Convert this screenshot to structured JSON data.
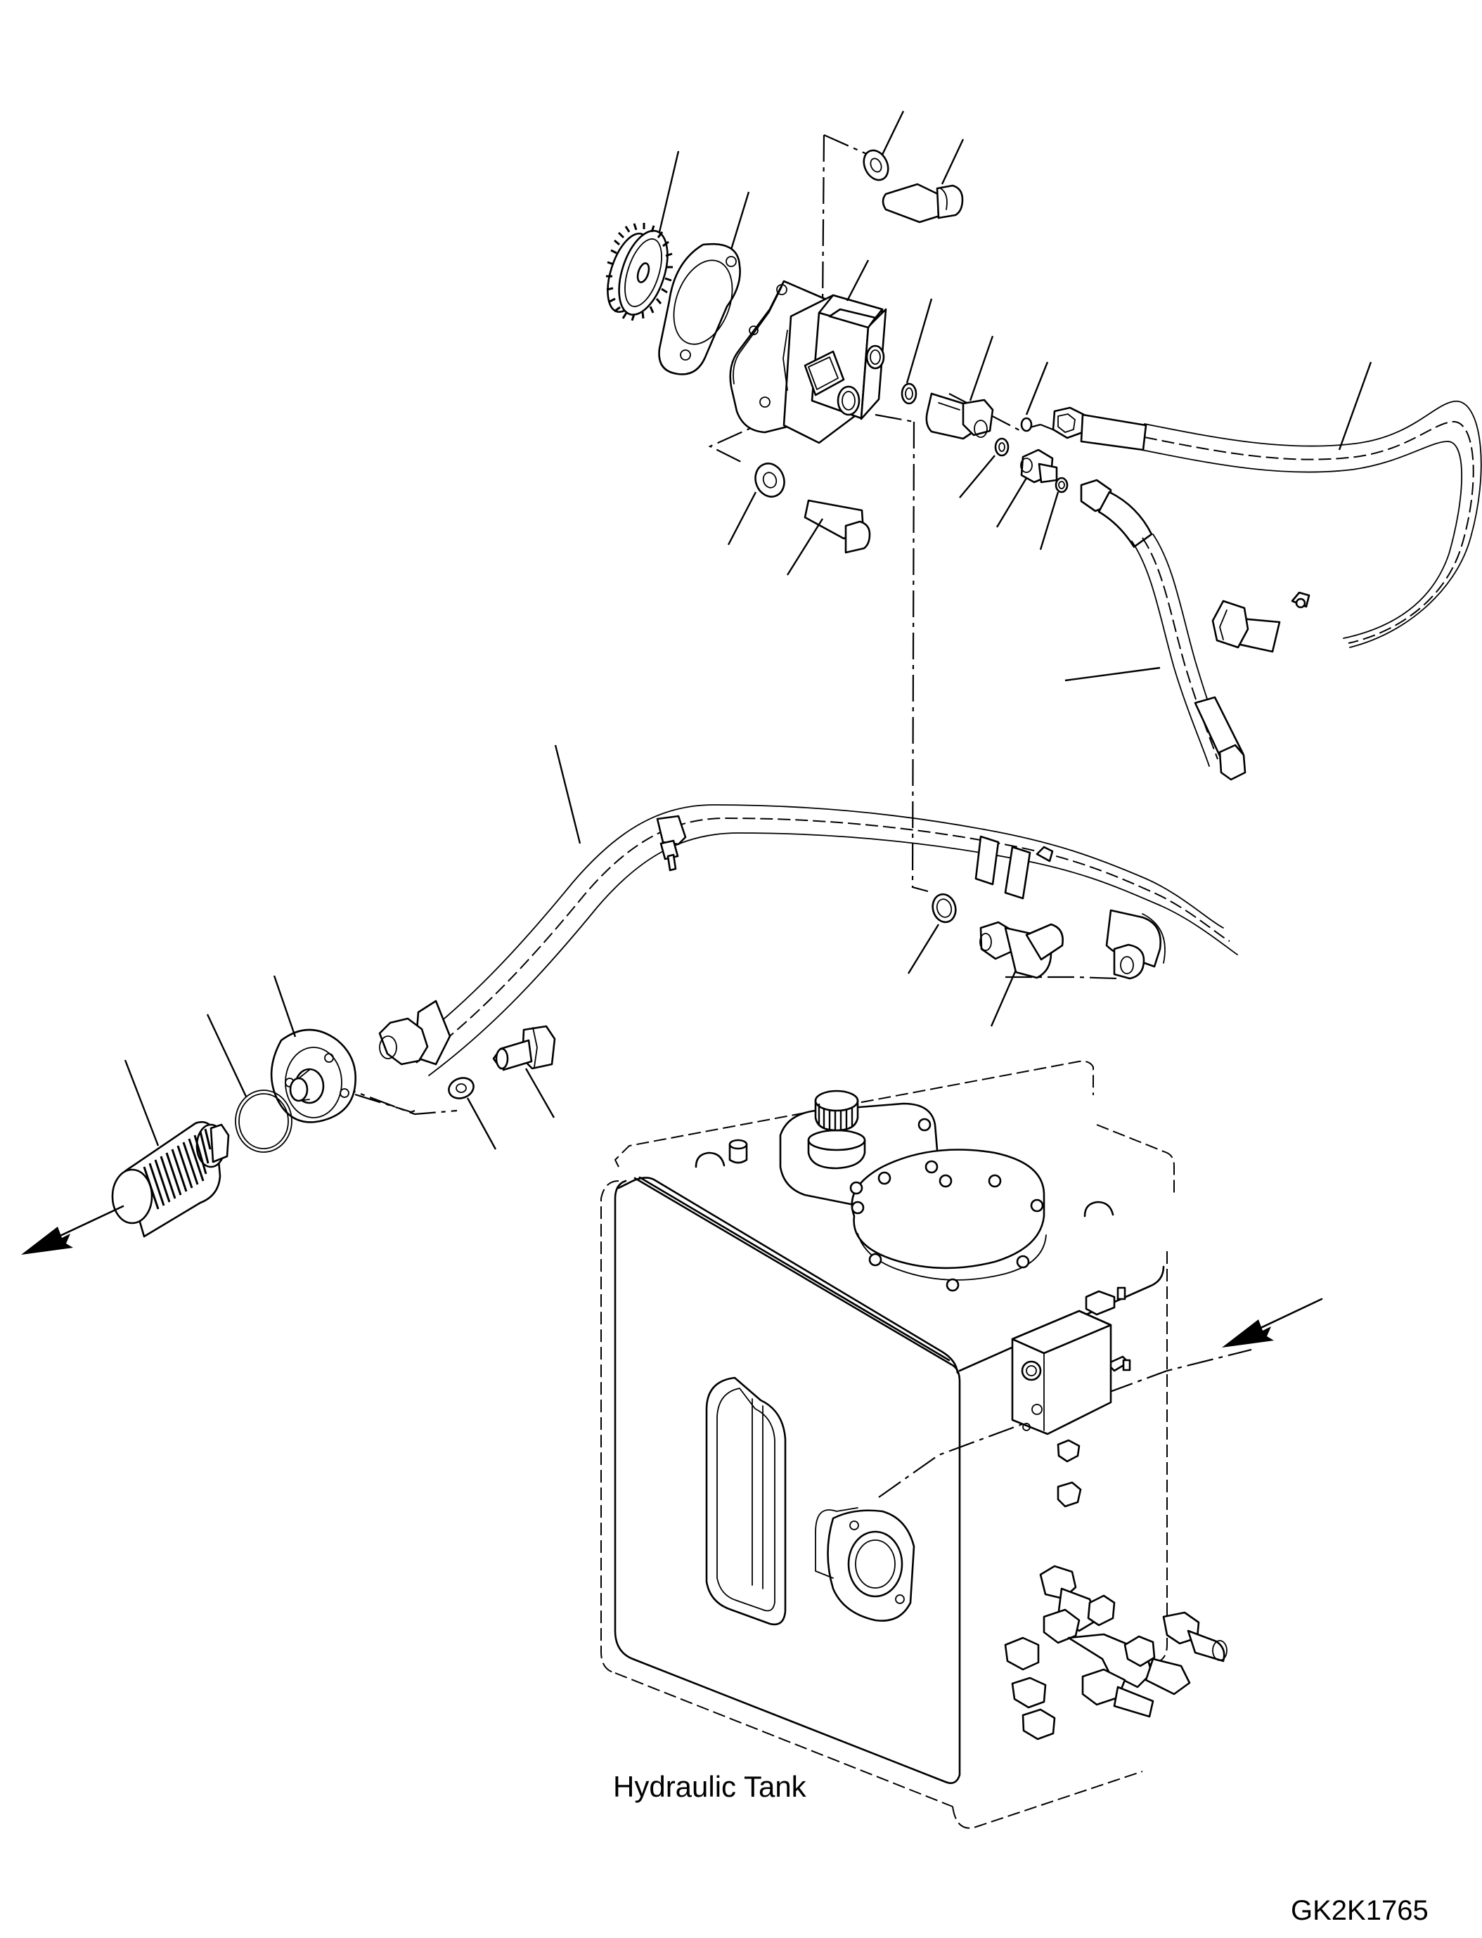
{
  "diagram": {
    "tank_label": "Hydraulic Tank",
    "drawing_number": "GK2K1765"
  },
  "icons": {
    "pump": "gear-pump",
    "gear": "drive-gear",
    "gasket": "flange-gasket",
    "filter": "suction-strainer",
    "tank": "hydraulic-tank",
    "hose": "hydraulic-hose",
    "bolt": "hex-bolt",
    "washer": "flat-washer",
    "oring": "o-ring",
    "elbow": "elbow-fitting",
    "clamp": "hose-clamp",
    "arrow": "direction-arrow"
  }
}
